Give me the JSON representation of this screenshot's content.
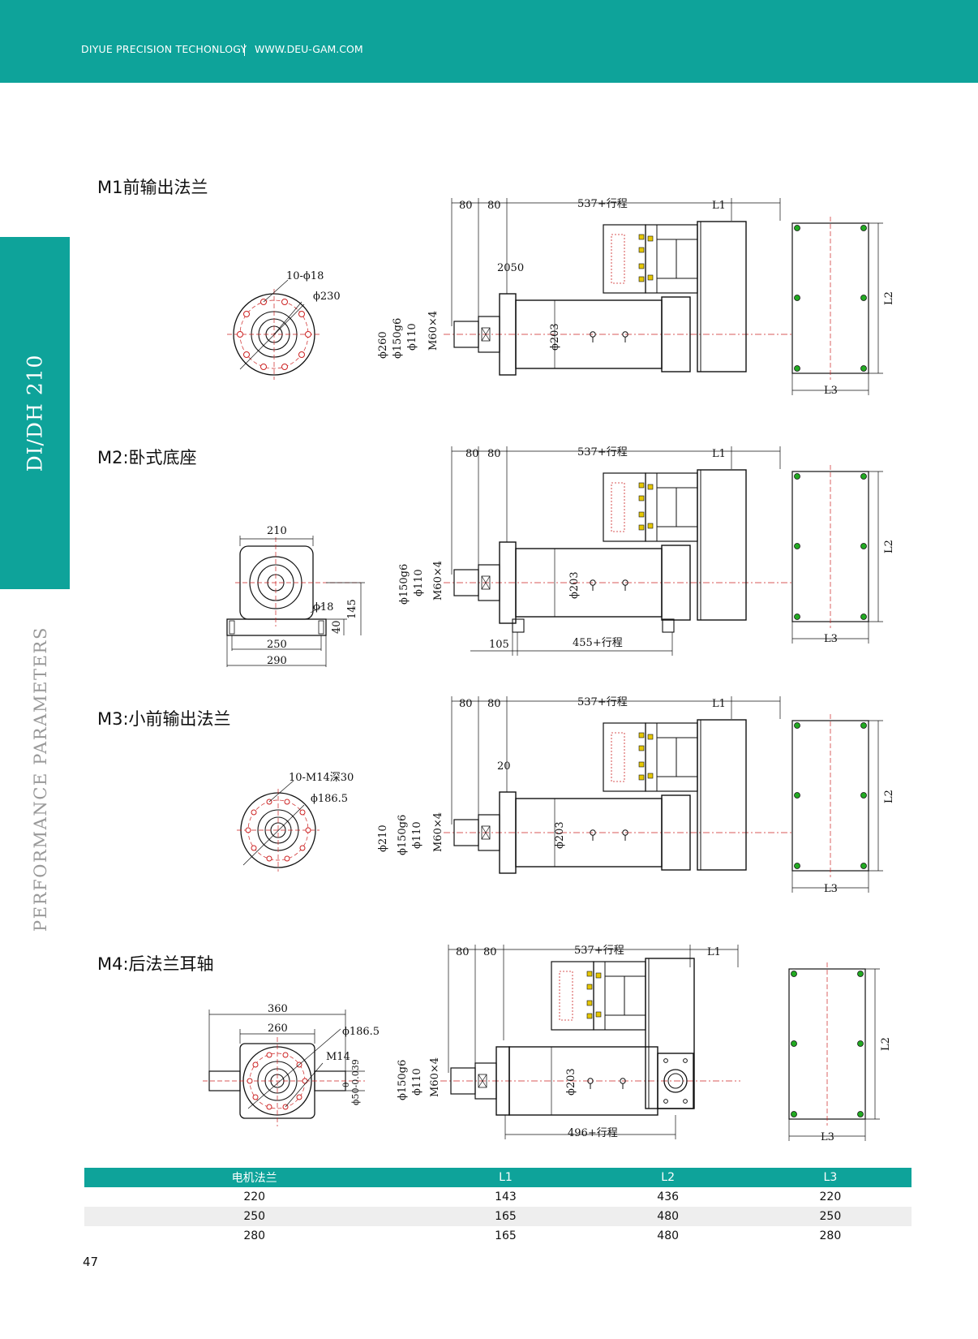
{
  "header": {
    "brand": "DIYUE PRECISION TECHONLOGY",
    "url": "WWW.DEU-GAM.COM"
  },
  "side_tab": "DI/DH 210",
  "side_label": "PERFORMANCE PARAMETERS",
  "sections": [
    {
      "title": "M1前输出法兰",
      "labels": {
        "d1": "80",
        "d2": "80",
        "stroke": "537+行程",
        "l1": "L1",
        "flange": "2050",
        "bolt": "10-ϕ18",
        "pcd": "ϕ230",
        "od": "ϕ260",
        "pilot": "ϕ150g6",
        "rod": "ϕ110",
        "thread": "M60×4",
        "body": "ϕ203",
        "l2": "L2",
        "l3": "L3"
      }
    },
    {
      "title": "M2:卧式底座",
      "labels": {
        "d1": "80",
        "d2": "80",
        "stroke": "537+行程",
        "l1": "L1",
        "w210": "210",
        "hole": "ϕ18",
        "h145": "145",
        "h40": "40",
        "w250": "250",
        "w290": "290",
        "pilot": "ϕ150g6",
        "rod": "ϕ110",
        "thread": "M60×4",
        "body": "ϕ203",
        "d105": "105",
        "stroke2": "455+行程",
        "l2": "L2",
        "l3": "L3"
      }
    },
    {
      "title": "M3:小前输出法兰",
      "labels": {
        "d1": "80",
        "d2": "80",
        "stroke": "537+行程",
        "l1": "L1",
        "flange": "20",
        "bolt": "10-M14深30",
        "pcd": "ϕ186.5",
        "od": "ϕ210",
        "pilot": "ϕ150g6",
        "rod": "ϕ110",
        "thread": "M60×4",
        "body": "ϕ203",
        "l2": "L2",
        "l3": "L3"
      }
    },
    {
      "title": "M4:后法兰耳轴",
      "labels": {
        "d1": "80",
        "d2": "80",
        "stroke": "537+行程",
        "l1": "L1",
        "w360": "360",
        "w260": "260",
        "pcd": "ϕ186.5",
        "m14": "M14",
        "tol": "0",
        "shaft": "ϕ50-0.039",
        "pilot": "ϕ150g6",
        "rod": "ϕ110",
        "thread": "M60×4",
        "body": "ϕ203",
        "stroke2": "496+行程",
        "l2": "L2",
        "l3": "L3"
      }
    }
  ],
  "table": {
    "headers": [
      "电机法兰",
      "L1",
      "L2",
      "L3"
    ],
    "rows": [
      [
        "220",
        "143",
        "436",
        "220"
      ],
      [
        "250",
        "165",
        "480",
        "250"
      ],
      [
        "280",
        "165",
        "480",
        "280"
      ]
    ]
  },
  "page_number": "47"
}
